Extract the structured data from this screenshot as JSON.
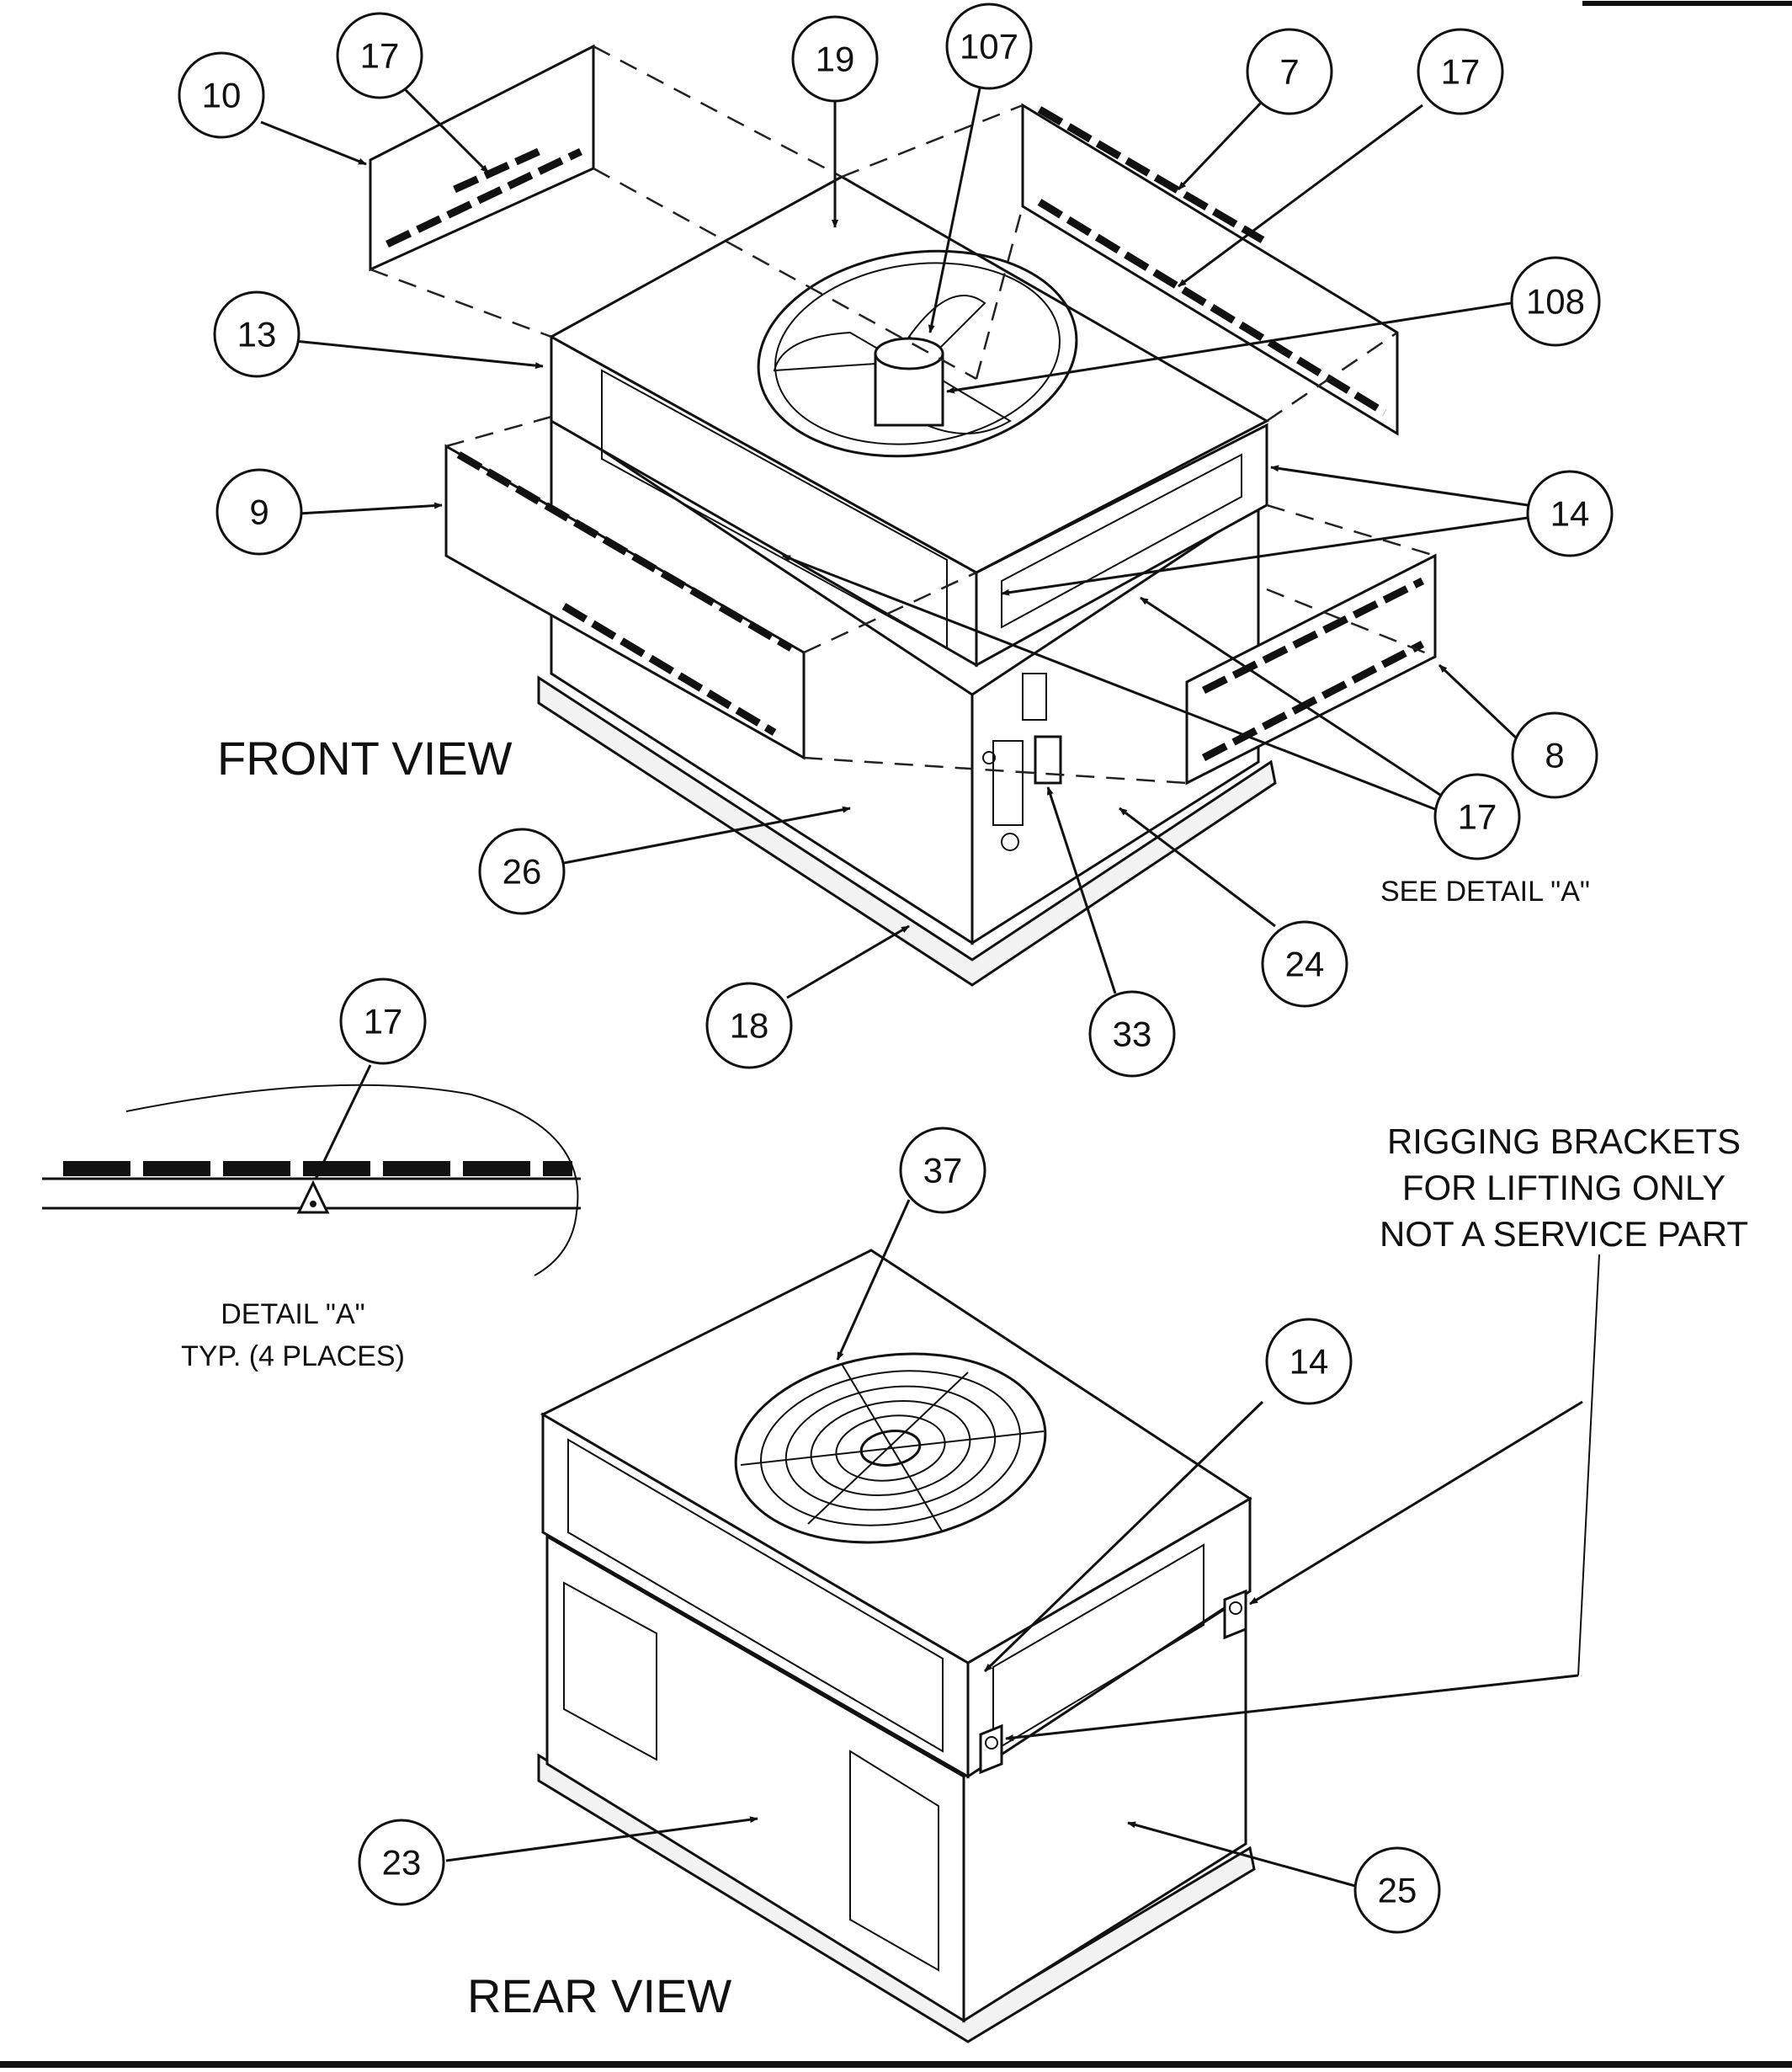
{
  "views": {
    "front": "FRONT VIEW",
    "rear": "REAR VIEW"
  },
  "notes": {
    "see_detail": "SEE DETAIL \"A\"",
    "detail_title": "DETAIL \"A\"",
    "detail_places": "TYP. (4 PLACES)",
    "rigging_line1": "RIGGING BRACKETS",
    "rigging_line2": "FOR LIFTING ONLY",
    "rigging_line3": "NOT A SERVICE PART"
  },
  "callouts": [
    {
      "id": "c10",
      "label": "10"
    },
    {
      "id": "c17a",
      "label": "17"
    },
    {
      "id": "c19",
      "label": "19"
    },
    {
      "id": "c107",
      "label": "107"
    },
    {
      "id": "c7",
      "label": "7"
    },
    {
      "id": "c17b",
      "label": "17"
    },
    {
      "id": "c13",
      "label": "13"
    },
    {
      "id": "c108",
      "label": "108"
    },
    {
      "id": "c9",
      "label": "9"
    },
    {
      "id": "c14a",
      "label": "14"
    },
    {
      "id": "c8",
      "label": "8"
    },
    {
      "id": "c17c",
      "label": "17"
    },
    {
      "id": "c26",
      "label": "26"
    },
    {
      "id": "c24",
      "label": "24"
    },
    {
      "id": "c18",
      "label": "18"
    },
    {
      "id": "c33",
      "label": "33"
    },
    {
      "id": "c17d",
      "label": "17"
    },
    {
      "id": "c37",
      "label": "37"
    },
    {
      "id": "c14b",
      "label": "14"
    },
    {
      "id": "c23",
      "label": "23"
    },
    {
      "id": "c25",
      "label": "25"
    }
  ]
}
